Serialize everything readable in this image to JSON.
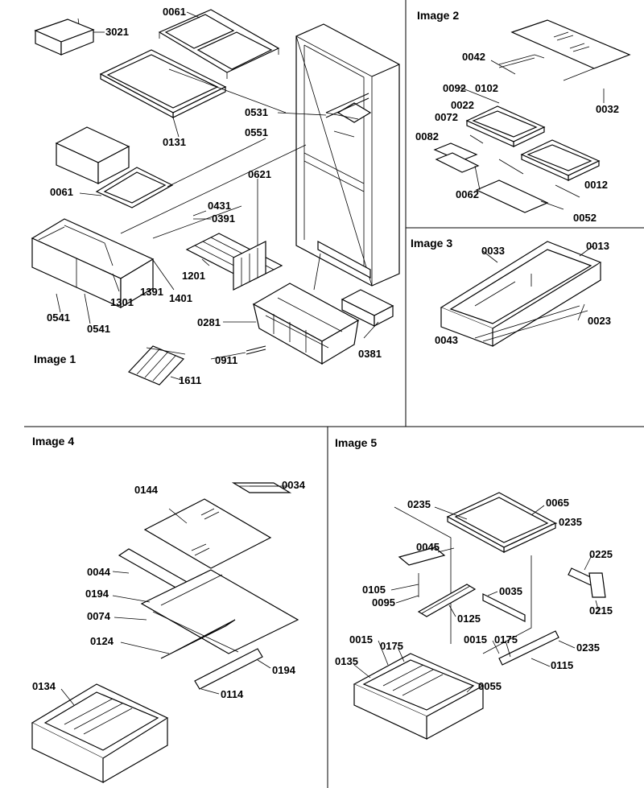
{
  "panels": [
    {
      "id": "image1",
      "title": "Image 1"
    },
    {
      "id": "image2",
      "title": "Image 2"
    },
    {
      "id": "image3",
      "title": "Image 3"
    },
    {
      "id": "image4",
      "title": "Image 4"
    },
    {
      "id": "image5",
      "title": "Image 5"
    }
  ],
  "parts": {
    "image1": [
      "3021",
      "0061",
      "0131",
      "0531",
      "0551",
      "0621",
      "0431",
      "0391",
      "0061",
      "1201",
      "1391",
      "1401",
      "1301",
      "0541",
      "0541",
      "0281",
      "0381",
      "0911",
      "1611"
    ],
    "image2": [
      "0042",
      "0032",
      "0092",
      "0102",
      "0022",
      "0072",
      "0082",
      "0012",
      "0062",
      "0052"
    ],
    "image3": [
      "0033",
      "0013",
      "0043",
      "0023"
    ],
    "image4": [
      "0144",
      "0034",
      "0044",
      "0194",
      "0074",
      "0124",
      "0194",
      "0134",
      "0114"
    ],
    "image5": [
      "0235",
      "0065",
      "0235",
      "0045",
      "0225",
      "0105",
      "0095",
      "0035",
      "0125",
      "0015",
      "0175",
      "0015",
      "0175",
      "0235",
      "0215",
      "0135",
      "0115",
      "0055"
    ]
  }
}
